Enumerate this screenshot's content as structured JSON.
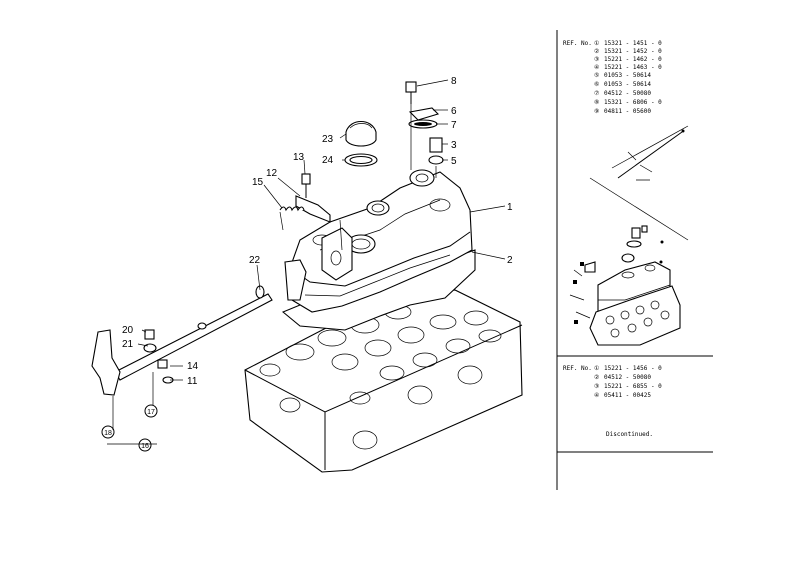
{
  "callouts": [
    {
      "id": "c8",
      "text": "8"
    },
    {
      "id": "c6",
      "text": "6"
    },
    {
      "id": "c7",
      "text": "7"
    },
    {
      "id": "c3",
      "text": "3"
    },
    {
      "id": "c5",
      "text": "5"
    },
    {
      "id": "c23",
      "text": "23"
    },
    {
      "id": "c24",
      "text": "24"
    },
    {
      "id": "c13",
      "text": "13"
    },
    {
      "id": "c12",
      "text": "12"
    },
    {
      "id": "c15",
      "text": "15"
    },
    {
      "id": "c1",
      "text": "1"
    },
    {
      "id": "c2",
      "text": "2"
    },
    {
      "id": "c22",
      "text": "22"
    },
    {
      "id": "c20",
      "text": "20"
    },
    {
      "id": "c21",
      "text": "21"
    },
    {
      "id": "c14",
      "text": "14"
    },
    {
      "id": "c11",
      "text": "11"
    },
    {
      "id": "c17",
      "text": "17"
    },
    {
      "id": "c18",
      "text": "18"
    },
    {
      "id": "c16",
      "text": "16"
    }
  ],
  "ref_table_1": {
    "header": "REF. No.",
    "rows": [
      {
        "mark": "①",
        "part": "15321 - 1451 - 0"
      },
      {
        "mark": "②",
        "part": "15321 - 1452 - 0"
      },
      {
        "mark": "③",
        "part": "15221 - 1462 - 0"
      },
      {
        "mark": "④",
        "part": "15221 - 1463 - 0"
      },
      {
        "mark": "⑤",
        "part": "01053 - 50614"
      },
      {
        "mark": "⑥",
        "part": "01053 - 50614"
      },
      {
        "mark": "⑦",
        "part": "04512 - 50080"
      },
      {
        "mark": "⑧",
        "part": "15321 - 6806 - 0"
      },
      {
        "mark": "⑨",
        "part": "04811 - 05600"
      }
    ]
  },
  "ref_table_2": {
    "header": "REF. No.",
    "rows": [
      {
        "mark": "①",
        "part": "15221 - 1456 - 0"
      },
      {
        "mark": "②",
        "part": "04512 - 50080"
      },
      {
        "mark": "③",
        "part": "15221 - 6855 - 0"
      },
      {
        "mark": "④",
        "part": "05411 - 00425"
      }
    ]
  },
  "note": "Discontinued."
}
